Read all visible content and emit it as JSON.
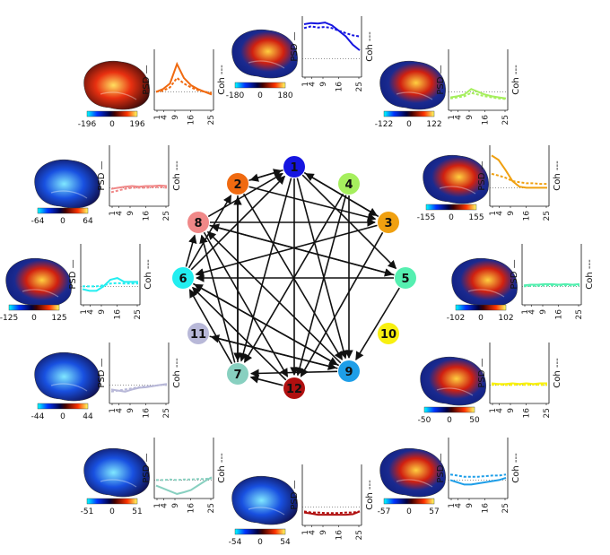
{
  "nodes": [
    {
      "id": 1,
      "label": "1",
      "color": "#1515e0"
    },
    {
      "id": 2,
      "label": "2",
      "color": "#f06a10"
    },
    {
      "id": 3,
      "label": "3",
      "color": "#f0a010"
    },
    {
      "id": 4,
      "label": "4",
      "color": "#a6ef5e"
    },
    {
      "id": 5,
      "label": "5",
      "color": "#55efb0"
    },
    {
      "id": 6,
      "label": "6",
      "color": "#22eef0"
    },
    {
      "id": 7,
      "label": "7",
      "color": "#88d0c0"
    },
    {
      "id": 8,
      "label": "8",
      "color": "#f08888"
    },
    {
      "id": 9,
      "label": "9",
      "color": "#1e9ee8"
    },
    {
      "id": 10,
      "label": "10",
      "color": "#f8f010"
    },
    {
      "id": 11,
      "label": "11",
      "color": "#b8b8d8"
    },
    {
      "id": 12,
      "label": "12",
      "color": "#b01010"
    }
  ],
  "edges": [
    [
      1,
      3
    ],
    [
      1,
      5
    ],
    [
      1,
      9
    ],
    [
      1,
      12
    ],
    [
      1,
      7
    ],
    [
      1,
      2
    ],
    [
      2,
      1
    ],
    [
      2,
      3
    ],
    [
      2,
      9
    ],
    [
      2,
      7
    ],
    [
      3,
      1
    ],
    [
      3,
      6
    ],
    [
      3,
      12
    ],
    [
      4,
      12
    ],
    [
      4,
      7
    ],
    [
      4,
      9
    ],
    [
      5,
      8
    ],
    [
      5,
      9
    ],
    [
      5,
      6
    ],
    [
      6,
      2
    ],
    [
      6,
      1
    ],
    [
      6,
      8
    ],
    [
      6,
      9
    ],
    [
      7,
      8
    ],
    [
      7,
      2
    ],
    [
      7,
      6
    ],
    [
      8,
      1
    ],
    [
      8,
      12
    ],
    [
      8,
      5
    ],
    [
      8,
      3
    ],
    [
      9,
      6
    ],
    [
      9,
      7
    ],
    [
      9,
      11
    ],
    [
      9,
      8
    ],
    [
      11,
      9
    ],
    [
      12,
      7
    ],
    [
      12,
      6
    ]
  ],
  "panels": [
    {
      "node": 1,
      "cb": [
        "-180",
        "0",
        "180"
      ],
      "psd": [
        0.92,
        0.94,
        0.93,
        0.95,
        0.9,
        0.8,
        0.7,
        0.55,
        0.45
      ],
      "coh": [
        0.85,
        0.88,
        0.86,
        0.87,
        0.85,
        0.8,
        0.76,
        0.72,
        0.7
      ]
    },
    {
      "node": 2,
      "cb": [
        "-196",
        "0",
        "196"
      ],
      "psd": [
        0.3,
        0.35,
        0.45,
        0.8,
        0.55,
        0.42,
        0.35,
        0.3,
        0.25
      ],
      "coh": [
        0.3,
        0.32,
        0.38,
        0.55,
        0.45,
        0.38,
        0.33,
        0.3,
        0.28
      ]
    },
    {
      "node": 4,
      "cb": [
        "-122",
        "0",
        "122"
      ],
      "psd": [
        0.2,
        0.22,
        0.25,
        0.35,
        0.3,
        0.25,
        0.22,
        0.2,
        0.18
      ],
      "coh": [
        0.18,
        0.2,
        0.22,
        0.28,
        0.25,
        0.22,
        0.2,
        0.18,
        0.17
      ]
    },
    {
      "node": 8,
      "cb": [
        "-64",
        "0",
        "64"
      ],
      "psd": [
        0.28,
        0.3,
        0.32,
        0.33,
        0.32,
        0.33,
        0.33,
        0.34,
        0.33
      ],
      "coh": [
        0.22,
        0.25,
        0.28,
        0.3,
        0.3,
        0.3,
        0.31,
        0.31,
        0.3
      ]
    },
    {
      "node": 3,
      "cb": [
        "-155",
        "0",
        "155"
      ],
      "psd": [
        0.88,
        0.8,
        0.62,
        0.42,
        0.32,
        0.3,
        0.3,
        0.3,
        0.3
      ],
      "coh": [
        0.55,
        0.52,
        0.48,
        0.42,
        0.4,
        0.38,
        0.38,
        0.37,
        0.37
      ]
    },
    {
      "node": 6,
      "cb": [
        "-125",
        "0",
        "125"
      ],
      "psd": [
        0.25,
        0.22,
        0.22,
        0.3,
        0.42,
        0.45,
        0.38,
        0.38,
        0.38
      ],
      "coh": [
        0.3,
        0.3,
        0.3,
        0.32,
        0.35,
        0.36,
        0.35,
        0.35,
        0.35
      ]
    },
    {
      "node": 5,
      "cb": [
        "-102",
        "0",
        "102"
      ],
      "psd": [
        0.32,
        0.33,
        0.33,
        0.34,
        0.34,
        0.33,
        0.34,
        0.33,
        0.34
      ],
      "coh": [
        0.3,
        0.31,
        0.31,
        0.32,
        0.32,
        0.32,
        0.32,
        0.32,
        0.32
      ]
    },
    {
      "node": 11,
      "cb": [
        "-44",
        "0",
        "44"
      ],
      "psd": [
        0.22,
        0.2,
        0.18,
        0.22,
        0.25,
        0.26,
        0.28,
        0.3,
        0.32
      ],
      "coh": [
        0.18,
        0.2,
        0.22,
        0.24,
        0.26,
        0.28,
        0.28,
        0.3,
        0.3
      ]
    },
    {
      "node": 10,
      "cb": [
        "-50",
        "0",
        "50"
      ],
      "psd": [
        0.33,
        0.32,
        0.32,
        0.33,
        0.32,
        0.33,
        0.32,
        0.33,
        0.33
      ],
      "coh": [
        0.3,
        0.31,
        0.3,
        0.3,
        0.31,
        0.3,
        0.31,
        0.3,
        0.3
      ]
    },
    {
      "node": 7,
      "cb": [
        "-51",
        "0",
        "51"
      ],
      "psd": [
        0.2,
        0.15,
        0.1,
        0.05,
        0.08,
        0.12,
        0.2,
        0.28,
        0.35
      ],
      "coh": [
        0.3,
        0.3,
        0.31,
        0.3,
        0.31,
        0.31,
        0.32,
        0.32,
        0.33
      ]
    },
    {
      "node": 12,
      "cb": [
        "-54",
        "0",
        "54"
      ],
      "psd": [
        0.2,
        0.18,
        0.16,
        0.16,
        0.16,
        0.16,
        0.16,
        0.17,
        0.22
      ],
      "coh": [
        0.22,
        0.2,
        0.2,
        0.19,
        0.19,
        0.19,
        0.2,
        0.2,
        0.22
      ]
    },
    {
      "node": 9,
      "cb": [
        "-57",
        "0",
        "57"
      ],
      "psd": [
        0.3,
        0.26,
        0.22,
        0.22,
        0.24,
        0.26,
        0.28,
        0.3,
        0.34
      ],
      "coh": [
        0.4,
        0.38,
        0.36,
        0.36,
        0.36,
        0.37,
        0.38,
        0.38,
        0.4
      ]
    }
  ],
  "axes": {
    "psd_label": "PSD —",
    "coh_label": "Coh ---",
    "ticks": [
      "1",
      "4",
      "9",
      "16",
      "25"
    ]
  }
}
